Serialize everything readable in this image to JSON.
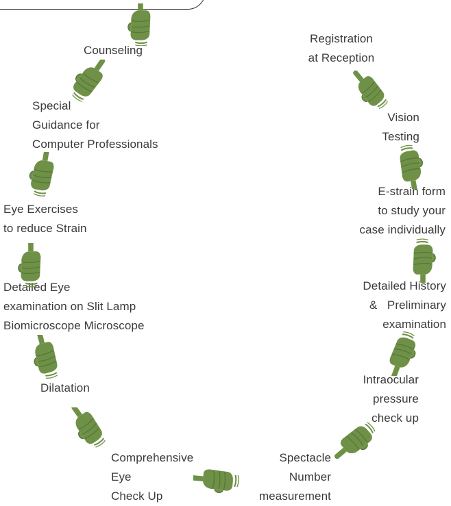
{
  "steps": [
    {
      "id": "registration",
      "lines": [
        "Registration",
        "at Reception"
      ]
    },
    {
      "id": "vision-testing",
      "lines": [
        "Vision",
        "Testing"
      ]
    },
    {
      "id": "e-strain-form",
      "lines": [
        "E-strain form",
        "to study your",
        "case individually"
      ]
    },
    {
      "id": "detailed-history",
      "lines": [
        "Detailed History",
        "&   Preliminary",
        "examination"
      ]
    },
    {
      "id": "intraocular-pressure",
      "lines": [
        "Intraocular",
        "pressure",
        "check up"
      ]
    },
    {
      "id": "spectacle-number",
      "lines": [
        "Spectacle",
        "Number",
        "measurement"
      ]
    },
    {
      "id": "comprehensive-eye",
      "lines": [
        "Comprehensive",
        "Eye",
        "Check Up"
      ]
    },
    {
      "id": "dilatation",
      "lines": [
        "Dilatation"
      ]
    },
    {
      "id": "slit-lamp",
      "lines": [
        "Detailed Eye",
        "examination on Slit Lamp",
        "Biomicroscope Microscope"
      ]
    },
    {
      "id": "eye-exercises",
      "lines": [
        "Eye Exercises",
        "to reduce Strain"
      ]
    },
    {
      "id": "special-guidance",
      "lines": [
        "Special",
        "Guidance for",
        "Computer Professionals"
      ]
    },
    {
      "id": "counseling",
      "lines": [
        "Counseling"
      ]
    }
  ],
  "colors": {
    "hand": "#6f9147",
    "hand_dark": "#56773a",
    "text": "#3a3a3a"
  },
  "icon": "pointing-hand-icon"
}
